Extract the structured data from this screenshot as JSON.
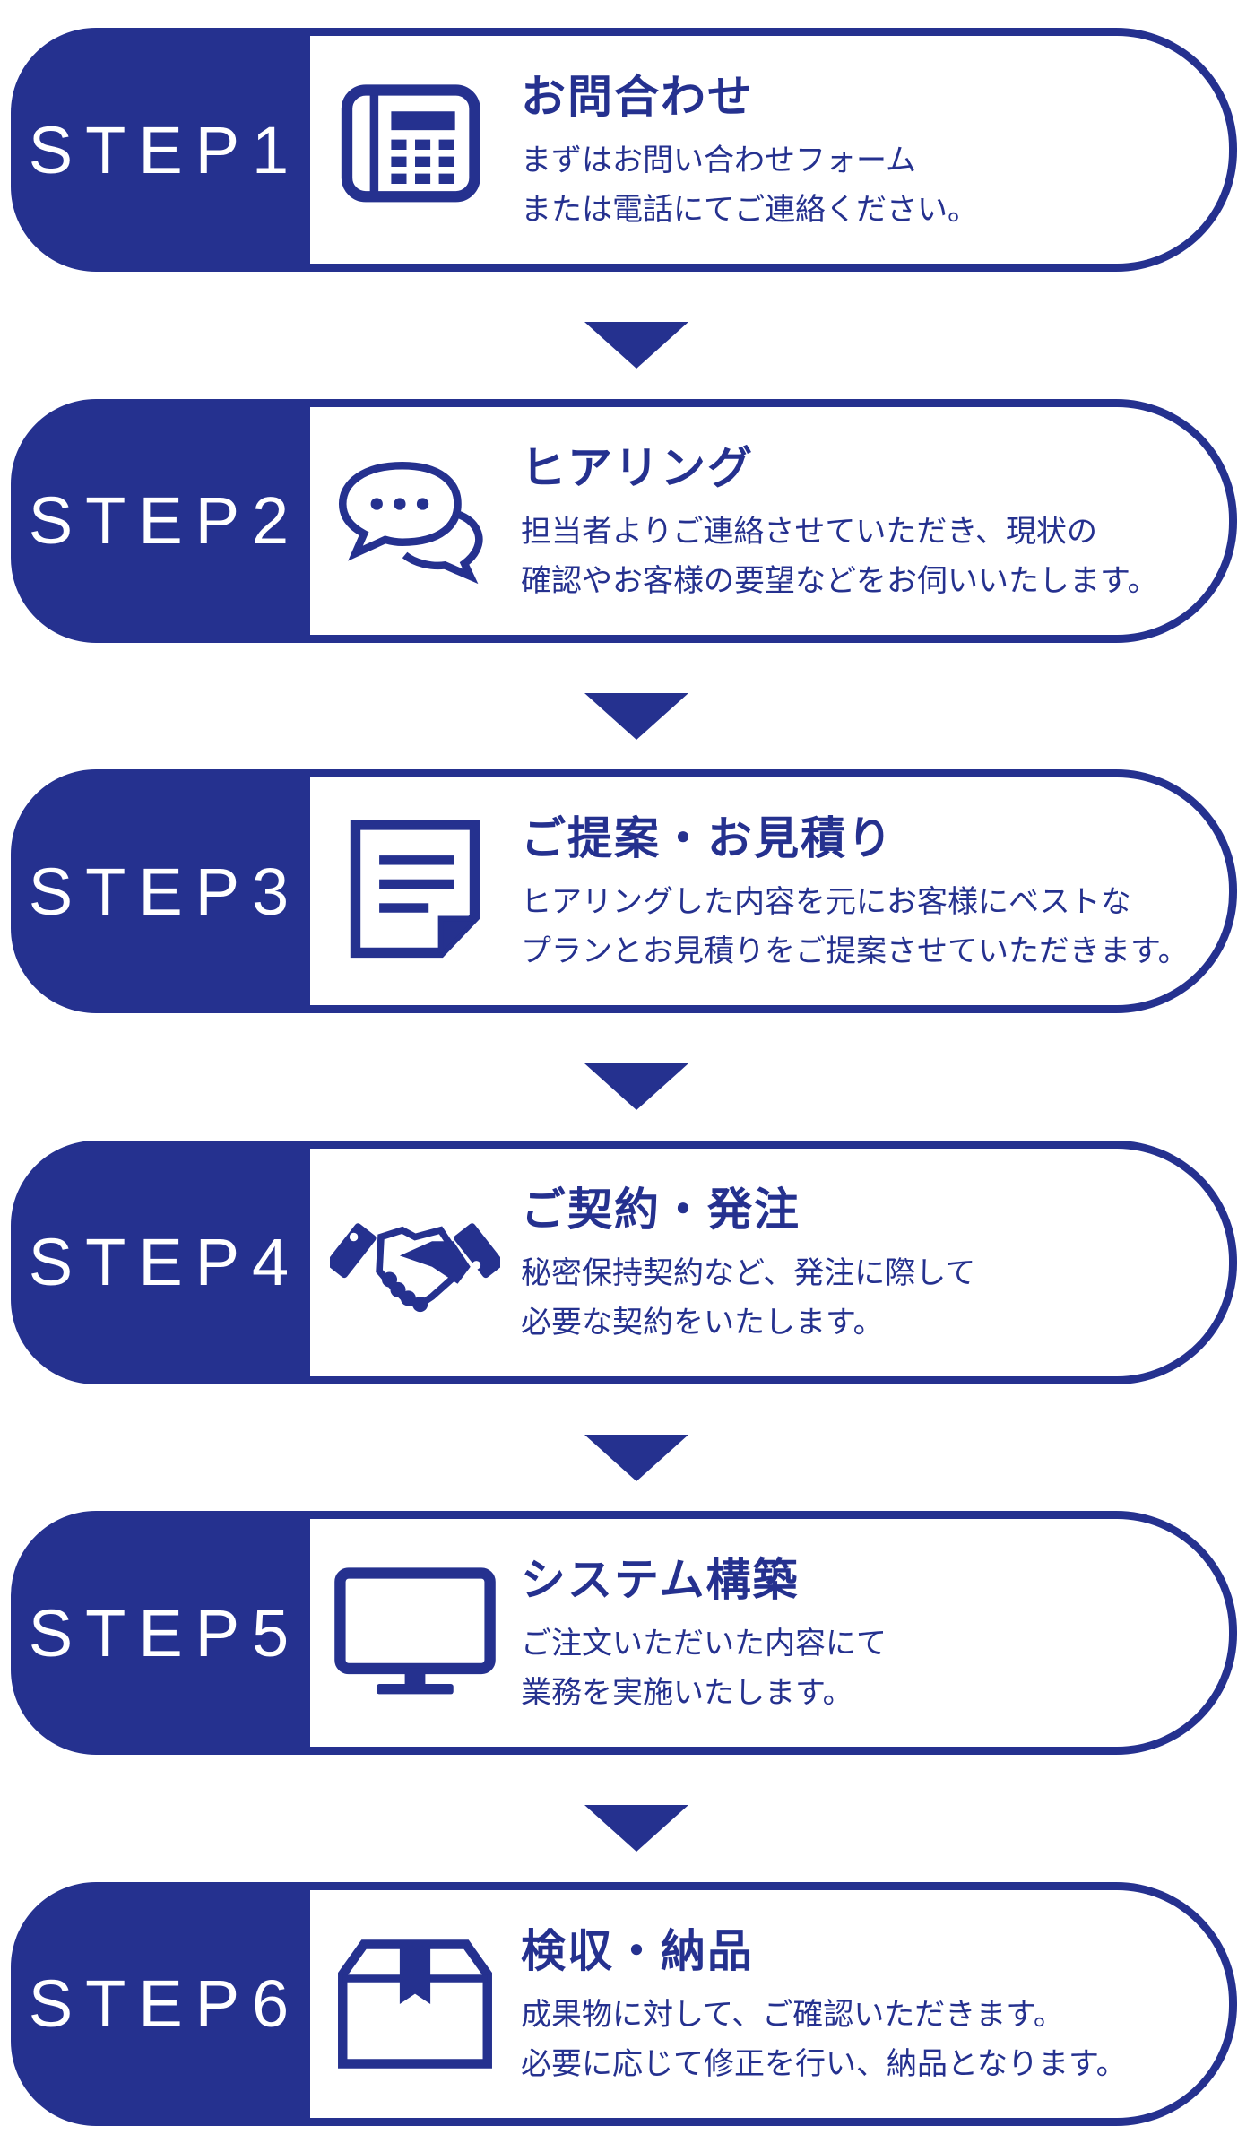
{
  "accent_color": "#25318f",
  "steps": [
    {
      "label": "STEP1",
      "icon": "phone-icon",
      "title": "お問合わせ",
      "lines": [
        "まずはお問い合わせフォーム",
        "または電話にてご連絡ください。"
      ]
    },
    {
      "label": "STEP2",
      "icon": "chat-bubbles-icon",
      "title": "ヒアリング",
      "lines": [
        "担当者よりご連絡させていただき、現状の",
        "確認やお客様の要望などをお伺いいたします。"
      ]
    },
    {
      "label": "STEP3",
      "icon": "document-icon",
      "title": "ご提案・お見積り",
      "lines": [
        "ヒアリングした内容を元にお客様にベストな",
        "プランとお見積りをご提案させていただきます。"
      ]
    },
    {
      "label": "STEP4",
      "icon": "handshake-icon",
      "title": "ご契約・発注",
      "lines": [
        "秘密保持契約など、発注に際して",
        "必要な契約をいたします。"
      ]
    },
    {
      "label": "STEP5",
      "icon": "monitor-icon",
      "title": "システム構築",
      "lines": [
        "ご注文いただいた内容にて",
        "業務を実施いたします。"
      ]
    },
    {
      "label": "STEP6",
      "icon": "box-icon",
      "title": "検収・納品",
      "lines": [
        "成果物に対して、ご確認いただきます。",
        "必要に応じて修正を行い、納品となります。"
      ]
    }
  ]
}
